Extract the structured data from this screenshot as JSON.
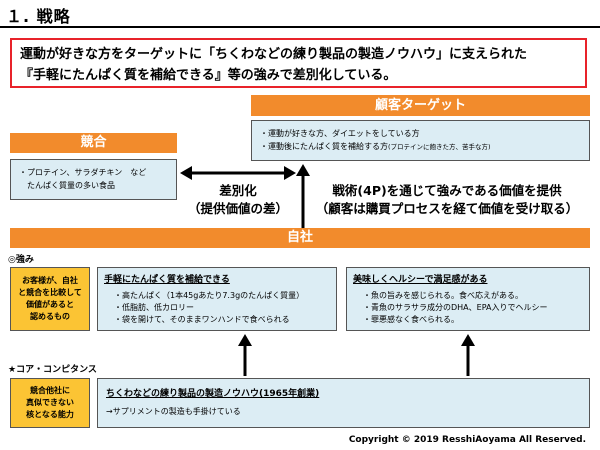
{
  "page": {
    "title": "１. 戦略"
  },
  "summary": {
    "line1": "運動が好きな方をターゲットに「ちくわなどの練り製品の製造ノウハウ」に支えられた",
    "line2": "『手軽にたんぱく質を補給できる』等の強みで差別化している。"
  },
  "competition": {
    "header": "競合",
    "items": [
      "・プロテイン、サラダチキン　など",
      "　たんぱく質量の多い食品"
    ]
  },
  "target": {
    "header": "顧客ターゲット",
    "item1": "・運動が好きな方、ダイエットをしている方",
    "item2_main": "・運動後にたんぱく質を補給する方",
    "item2_note": "(プロテインに飽きた方、苦手な方)"
  },
  "differentiation": {
    "line1": "差別化",
    "line2": "（提供価値の差）"
  },
  "tactics": {
    "line1": "戦術(4P)を通じて強みである価値を提供",
    "line2": "（顧客は購買プロセスを経て価値を受け取る）"
  },
  "company": {
    "header": "自社"
  },
  "strengths": {
    "section_label": "◎強み",
    "side_label": [
      "お客様が、自社",
      "と競合を比較して",
      "価値があると",
      "認めるもの"
    ],
    "left_box": {
      "heading": "手軽にたんぱく質を補給できる",
      "items": [
        "・高たんぱく（1本45gあたり7.3gのたんぱく質量）",
        "・低脂肪、低カロリー",
        "・袋を開けて、そのままワンハンドで食べられる"
      ]
    },
    "right_box": {
      "heading": "美味しくヘルシーで満足感がある",
      "items": [
        "・魚の旨みを感じられる。食べ応えがある。",
        "・青魚のサラサラ成分のDHA、EPA入りでヘルシー",
        "・罪悪感なく食べられる。"
      ]
    }
  },
  "core": {
    "section_label": "★コア・コンピタンス",
    "side_label": [
      "競合他社に",
      "真似できない",
      "核となる能力"
    ],
    "heading": "ちくわなどの練り製品の製造ノウハウ(1965年創業)",
    "item": "→サプリメントの製造も手掛けている"
  },
  "footer": {
    "copyright": "Copyright ©  2019  ResshiAoyama  All  Reserved."
  },
  "colors": {
    "orange": "#f28b2c",
    "light_blue": "#dcedf4",
    "yellow": "#fbc434",
    "red_border": "#e8232a"
  }
}
